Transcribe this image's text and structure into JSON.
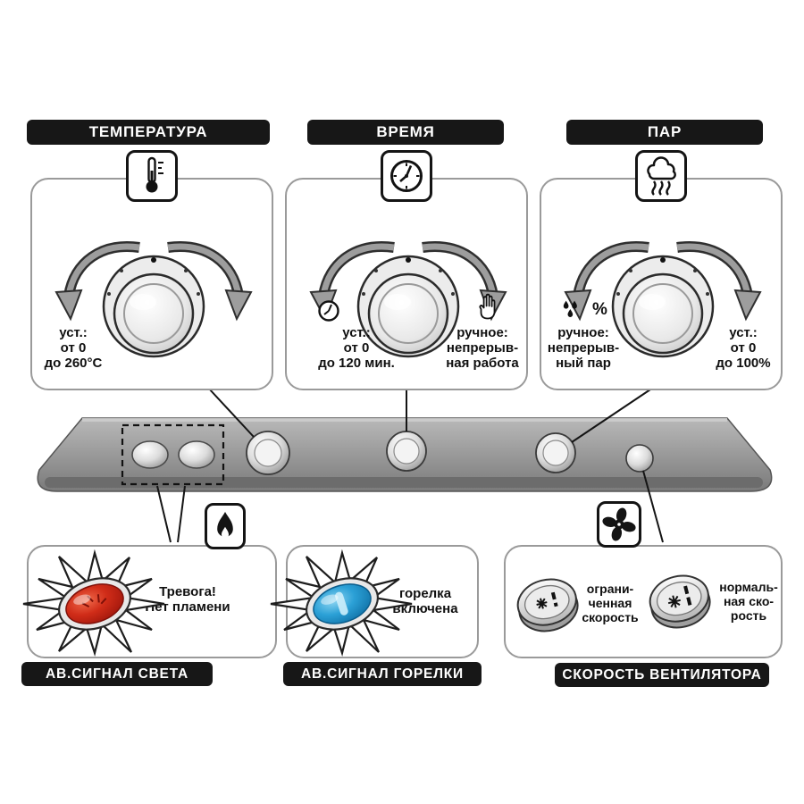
{
  "panels": {
    "temperature": {
      "title": "ТЕМПЕРАТУРА",
      "set_text": "уст.:\nот 0\nдо 260°C"
    },
    "time": {
      "title": "ВРЕМЯ",
      "set_text": "уст.:\nот 0\nдо 120 мин.",
      "manual_text": "ручное:\nнепрерыв-\nная работа"
    },
    "steam": {
      "title": "ПАР",
      "percent_symbol": "%",
      "manual_text": "ручное:\nнепрерыв-\nный пар",
      "set_text": "уст.:\nот 0\nдо 100%"
    },
    "light_alarm": {
      "title": "АВ.СИГНАЛ СВЕТА",
      "text": "Тревога!\nНет пламени"
    },
    "burner_alarm": {
      "title": "АВ.СИГНАЛ ГОРЕЛКИ",
      "text": "горелка\nвключена"
    },
    "fan_speed": {
      "title": "СКОРОСТЬ ВЕНТИЛЯТОРА",
      "limited_text": "ограни-\nченная\nскорость",
      "normal_text": "нормаль-\nная ско-\nрость"
    }
  },
  "colors": {
    "label_bg": "#171717",
    "label_text": "#ffffff",
    "alarm_red": "#d02c18",
    "burner_blue": "#2ba0d6",
    "strip_grey": "#8d8d8d"
  }
}
